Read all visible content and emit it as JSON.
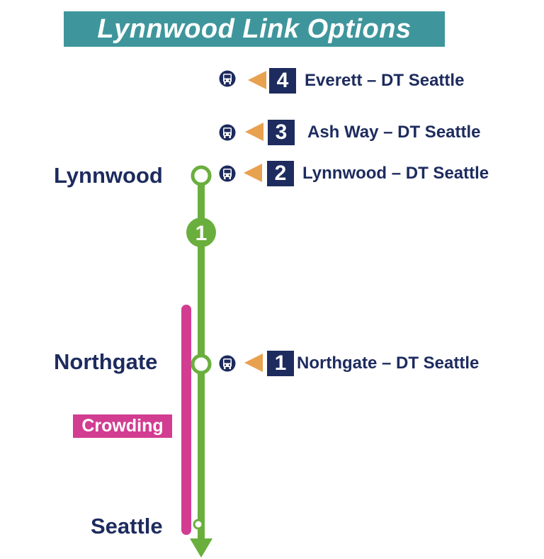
{
  "title": "Lynnwood Link Options",
  "stations": {
    "lynnwood": "Lynnwood",
    "northgate": "Northgate",
    "seattle": "Seattle"
  },
  "line_badge": "1",
  "crowding_label": "Crowding",
  "routes": [
    {
      "number": "4",
      "name": "Everett – DT Seattle"
    },
    {
      "number": "3",
      "name": "Ash Way – DT Seattle"
    },
    {
      "number": "2",
      "name": "Lynnwood – DT Seattle"
    },
    {
      "number": "1",
      "name": "Northgate – DT Seattle"
    }
  ],
  "colors": {
    "title_bg": "#3e969c",
    "navy": "#1d2b5e",
    "link_green": "#6aaf3d",
    "bus_line_top": "#a6d4de",
    "bus_line_bottom": "#1d2b5e",
    "crowding": "#d23c91",
    "arrow": "#e8a14f"
  },
  "icons": [
    "bus-icon",
    "arrow-left-icon",
    "arrow-down-icon"
  ]
}
